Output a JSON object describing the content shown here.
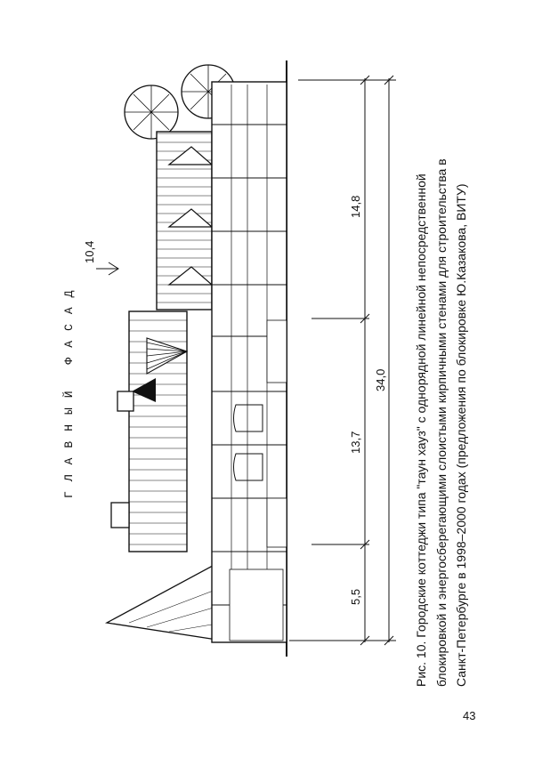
{
  "figure": {
    "title": "ГЛАВНЫЙ ФАСАД",
    "dimensions": {
      "upper": [
        "5,5",
        "13,7",
        "14,8"
      ],
      "total": "34,0",
      "height_mark": "10,4"
    }
  },
  "caption": {
    "lines": [
      "Рис. 10. Городские коттеджи типа \"таун хауз\" с однорядной линейной непосредственной",
      "блокировкой и энергосберегающими слоистыми кирпичными стенами для строительства в",
      "Санкт-Петербурге в 1998–2000 годах (предложения по блокировке Ю.Казакова, ВИТУ)"
    ]
  },
  "page": {
    "number": "43"
  }
}
